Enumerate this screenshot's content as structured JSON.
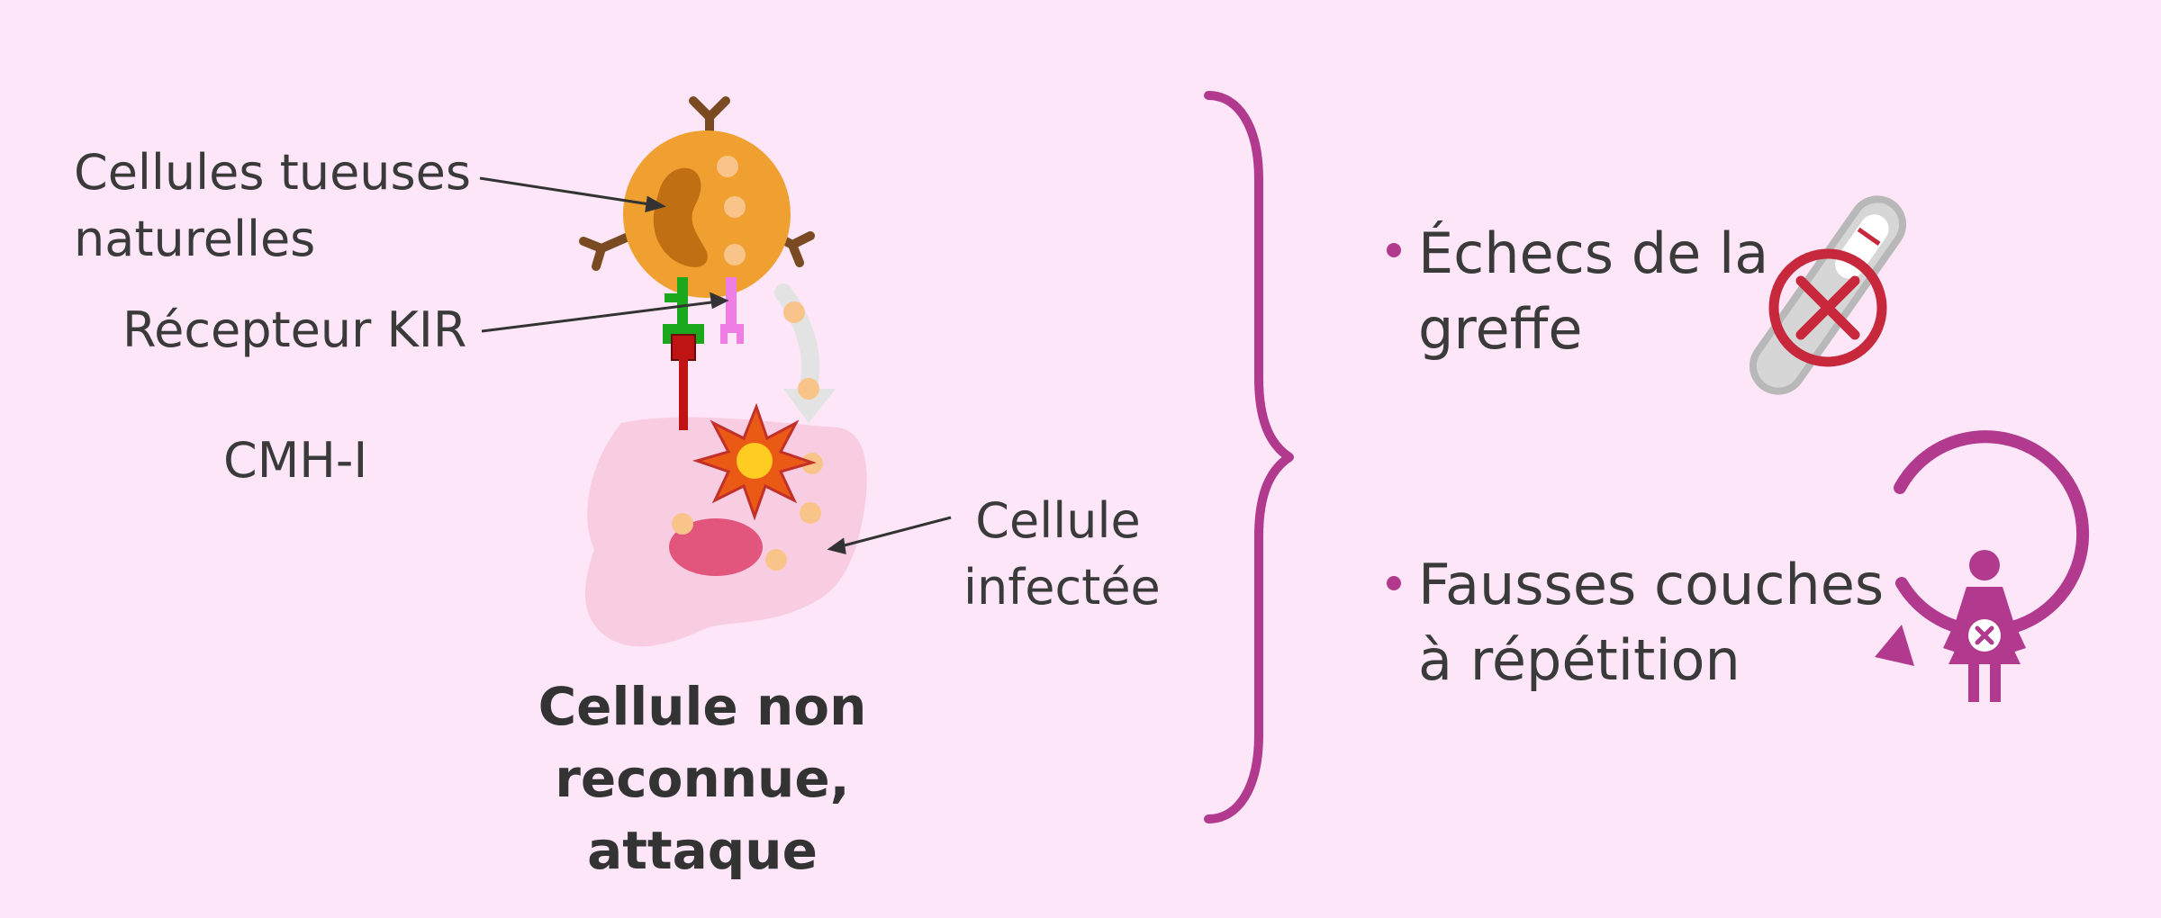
{
  "labels": {
    "nk_cells_line1": "Cellules tueuses",
    "nk_cells_line2": "naturelles",
    "kir_receptor": "Récepteur KIR",
    "cmh": "CMH-I",
    "infected_line1": "Cellule",
    "infected_line2": "infectée"
  },
  "caption": {
    "line1": "Cellule non reconnue,",
    "line2": "attaque"
  },
  "outcomes": [
    {
      "line1": "Échecs de la",
      "line2": "greffe",
      "icon": "pregnancy-test-crossed-icon"
    },
    {
      "line1": "Fausses couches",
      "line2": "à répétition",
      "icon": "pregnant-woman-cycle-icon"
    }
  ],
  "colors": {
    "background": "#fde6f8",
    "accent": "#b23a8e",
    "nk_cell": "#f0a030",
    "nucleus": "#c06f12",
    "receptor_green": "#1ca81c",
    "receptor_pink": "#ee7ee6",
    "mhc_red": "#c01414",
    "infected_cell": "#f8cde2",
    "infected_nucleus": "#e2557d",
    "cross_red": "#c8283c"
  }
}
